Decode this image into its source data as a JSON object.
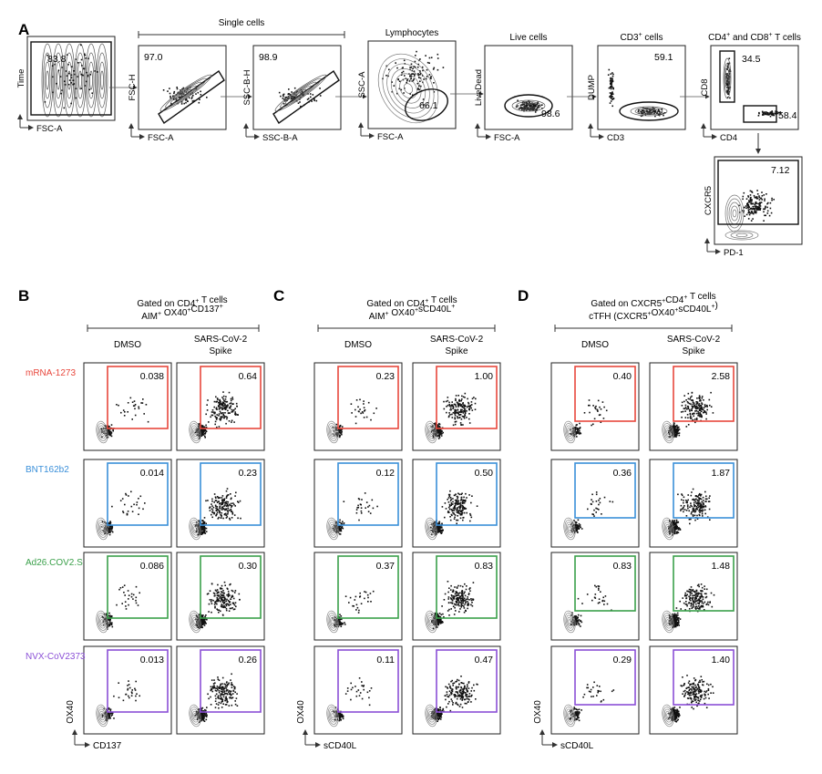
{
  "panel_a": {
    "letter": "A",
    "single_cells_label": "Single cells",
    "plots": [
      {
        "title": "",
        "value": "83.8",
        "xaxis": "FSC-A",
        "yaxis": "Time"
      },
      {
        "title": "",
        "value": "97.0",
        "xaxis": "FSC-A",
        "yaxis": "FSC-H"
      },
      {
        "title": "",
        "value": "98.9",
        "xaxis": "SSC-B-A",
        "yaxis": "SSC-B-H"
      },
      {
        "title": "Lymphocytes",
        "value": "66.1",
        "xaxis": "FSC-A",
        "yaxis": "SSC-A"
      },
      {
        "title": "Live cells",
        "value": "98.6",
        "xaxis": "FSC-A",
        "yaxis": "LiveDead"
      },
      {
        "title": "CD3",
        "title_sup": "+",
        "title_rest": " cells",
        "value": "59.1",
        "xaxis": "CD3",
        "yaxis": "DUMP"
      },
      {
        "title": "CD4",
        "title_sup": "+",
        "title_rest": " and CD8",
        "title_sup2": "+",
        "title_rest2": " T cells",
        "value": "34.5",
        "value2": "58.4",
        "xaxis": "CD4",
        "yaxis": "CD8"
      }
    ],
    "cxcr5_plot": {
      "value": "7.12",
      "xaxis": "PD-1",
      "yaxis": "CXCR5"
    }
  },
  "panels": [
    {
      "letter": "B",
      "header_line1": "Gated on CD4+ T cells",
      "header_line2": "AIM+ OX40+CD137+",
      "col_dmso": "DMSO",
      "col_spike_line1": "SARS-CoV-2",
      "col_spike_line2": "Spike",
      "xaxis": "CD137",
      "yaxis": "OX40",
      "values": [
        [
          "0.038",
          "0.64"
        ],
        [
          "0.014",
          "0.23"
        ],
        [
          "0.086",
          "0.30"
        ],
        [
          "0.013",
          "0.26"
        ]
      ]
    },
    {
      "letter": "C",
      "header_line1": "Gated on CD4+ T cells",
      "header_line2": "AIM+ OX40+sCD40L+",
      "col_dmso": "DMSO",
      "col_spike_line1": "SARS-CoV-2",
      "col_spike_line2": "Spike",
      "xaxis": "sCD40L",
      "yaxis": "OX40",
      "values": [
        [
          "0.23",
          "1.00"
        ],
        [
          "0.12",
          "0.50"
        ],
        [
          "0.37",
          "0.83"
        ],
        [
          "0.11",
          "0.47"
        ]
      ]
    },
    {
      "letter": "D",
      "header_line1": "Gated on CXCR5+CD4+ T cells",
      "header_line2": "cTFH (CXCR5+OX40+sCD40L+)",
      "col_dmso": "DMSO",
      "col_spike_line1": "SARS-CoV-2",
      "col_spike_line2": "Spike",
      "xaxis": "sCD40L",
      "yaxis": "OX40",
      "values": [
        [
          "0.40",
          "2.58"
        ],
        [
          "0.36",
          "1.87"
        ],
        [
          "0.83",
          "1.48"
        ],
        [
          "0.29",
          "1.40"
        ]
      ]
    }
  ],
  "vaccines": [
    {
      "name": "mRNA-1273",
      "color": "#e8473c"
    },
    {
      "name": "BNT162b2",
      "color": "#3a8fd9"
    },
    {
      "name": "Ad26.COV2.S",
      "color": "#3aa04a"
    },
    {
      "name": "NVX-CoV2373",
      "color": "#8a4fd6"
    }
  ]
}
